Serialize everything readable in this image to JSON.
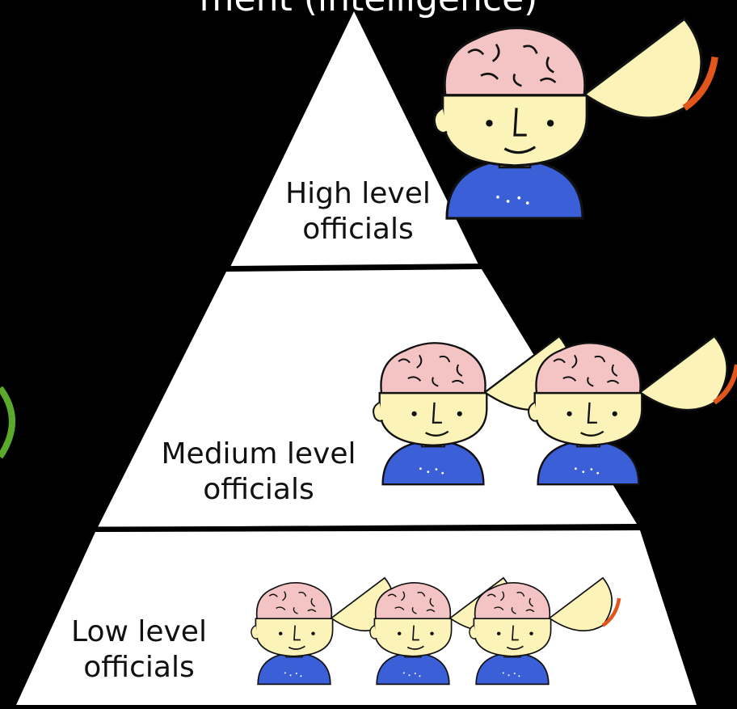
{
  "title_fragment": "ment (intelligence)",
  "tiers": [
    {
      "line1": "High level",
      "line2": "officials"
    },
    {
      "line1": "Medium level",
      "line2": "officials"
    },
    {
      "line1": "Low level",
      "line2": "officials"
    }
  ],
  "colors": {
    "background": "#000000",
    "pyramid": "#ffffff",
    "skin": "#fbf3b8",
    "brain": "#f4c4c4",
    "shirt": "#3a5fd6",
    "lid_edge": "#e2561c",
    "partial_circle": "#5aa92b"
  },
  "icons": [
    "open-head-brain-icon"
  ]
}
